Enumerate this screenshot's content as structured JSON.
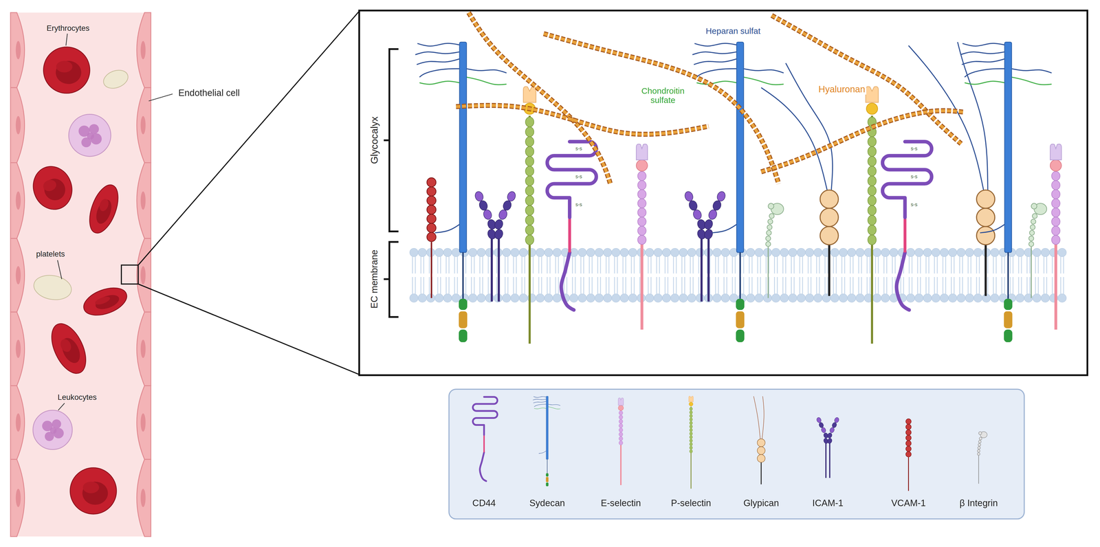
{
  "diagram": {
    "labels": [
      "Erythrocytes",
      "Endothelial cell",
      "platelets",
      "Leukocytes",
      "Glycocalyx",
      "EC membrane",
      "Heparan sulfat",
      "Chondroitin sulfate",
      "Hyaluronan",
      "s-s",
      "s-s",
      "s-s",
      "s-s",
      "s-s",
      "s-s"
    ],
    "legend": [
      {
        "text": "CD44"
      },
      {
        "text": "Sydecan"
      },
      {
        "text": "E-selectin"
      },
      {
        "text": "P-selectin"
      },
      {
        "text": "Glypican"
      },
      {
        "text": "ICAM-1"
      },
      {
        "text": "VCAM-1"
      },
      {
        "text": "β Integrin"
      }
    ]
  }
}
